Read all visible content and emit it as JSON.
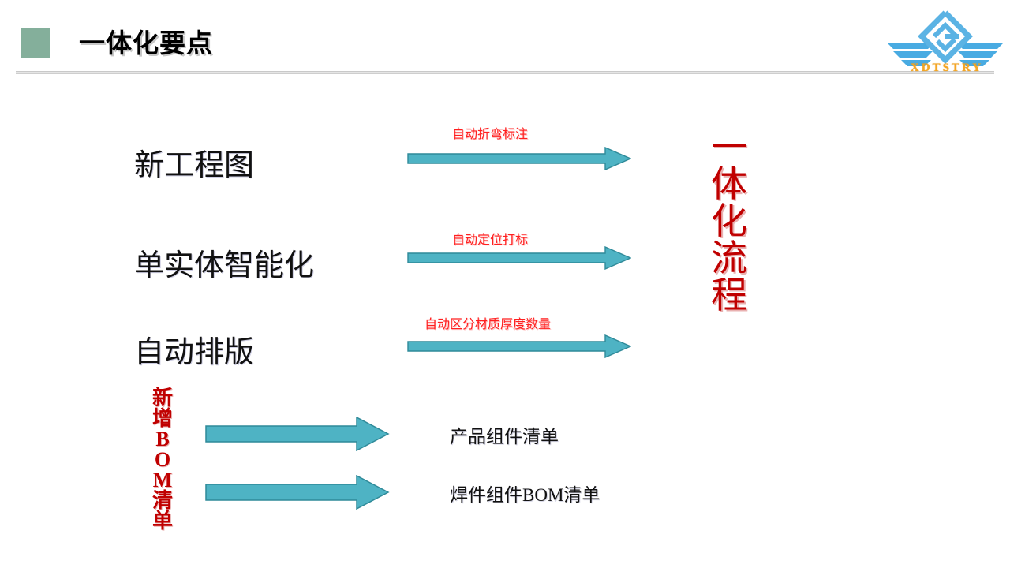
{
  "slide": {
    "title": "一体化要点",
    "bullet_color": "#84af9b",
    "divider_color": "#b9b9b9",
    "background": "#ffffff"
  },
  "logo": {
    "wordmark": "XDTSTRY",
    "wing_color": "#45a8e0",
    "emblem_color": "#5bb3e4",
    "wordmark_color": "#f5a623"
  },
  "diagram": {
    "arrow_fill": "#4eb3c4",
    "arrow_stroke": "#2f8a99",
    "caption_color": "#ff2020",
    "stages": [
      {
        "label": "新工程图",
        "caption": "自动折弯标注"
      },
      {
        "label": "单实体智能化",
        "caption": "自动定位打标"
      },
      {
        "label": "自动排版",
        "caption": "自动区分材质厚度数量"
      }
    ],
    "flow_label": {
      "text": "一体化流程",
      "chars": [
        "一",
        "体",
        "化",
        "流",
        "程"
      ],
      "color": "#c00000"
    },
    "bom_label": {
      "text": "新增BOM清单",
      "chars": [
        "新",
        "增",
        "B",
        "O",
        "M",
        "清",
        "单"
      ],
      "color": "#c00000"
    },
    "bom_outputs": [
      {
        "label": "产品组件清单"
      },
      {
        "label": "焊件组件BOM清单"
      }
    ]
  }
}
